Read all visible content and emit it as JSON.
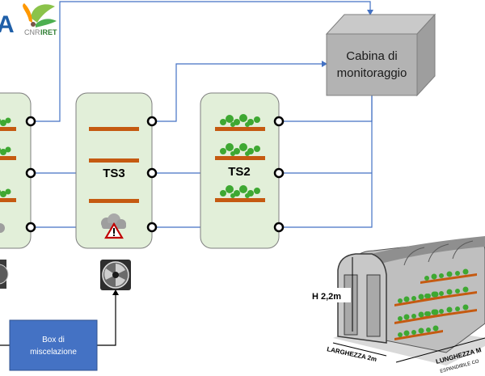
{
  "logos": {
    "left_fragment": "A",
    "cnr_prefix": "CNR",
    "cnr_institute": "IRET"
  },
  "monitoring_cabin": {
    "line1": "Cabina di",
    "line2": "monitoraggio"
  },
  "chambers": {
    "ts3": "TS3",
    "ts2": "TS2"
  },
  "mixing_box": {
    "line1": "Box di",
    "line2": "miscelazione"
  },
  "greenhouse": {
    "height": "H 2,2m",
    "width": "LARGHEZZA 2m",
    "length": "LUNGHEZZA M",
    "length_note": "ESPANDIBILE CO"
  },
  "colors": {
    "line_blue": "#4472c4",
    "chamber_fill": "#e2efd9",
    "chamber_stroke": "#7f7f7f",
    "shelf": "#c55a11",
    "box_blue": "#4472c4",
    "cabin_gray": "#a6a6a6"
  },
  "icons": [
    "warning-icon",
    "cloud-icon",
    "fan-icon",
    "plant-icon",
    "port-icon"
  ]
}
